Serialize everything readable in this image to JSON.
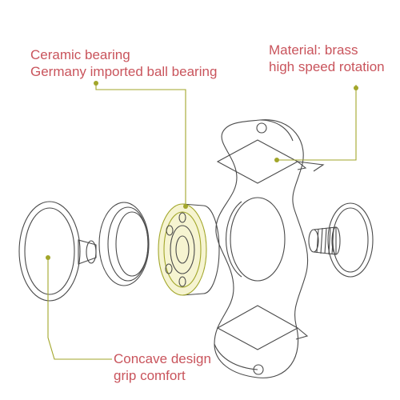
{
  "colors": {
    "text": "#c9545c",
    "leader": "#a2a62a",
    "outline": "#4a4a4a",
    "bearing_highlight": "#e6e07a"
  },
  "callouts": {
    "ceramic": {
      "line1": "Ceramic bearing",
      "line2": "Germany imported ball bearing"
    },
    "material": {
      "line1": "Material: brass",
      "line2": "high speed rotation"
    },
    "concave": {
      "line1": "Concave design",
      "line2": "grip comfort"
    }
  }
}
